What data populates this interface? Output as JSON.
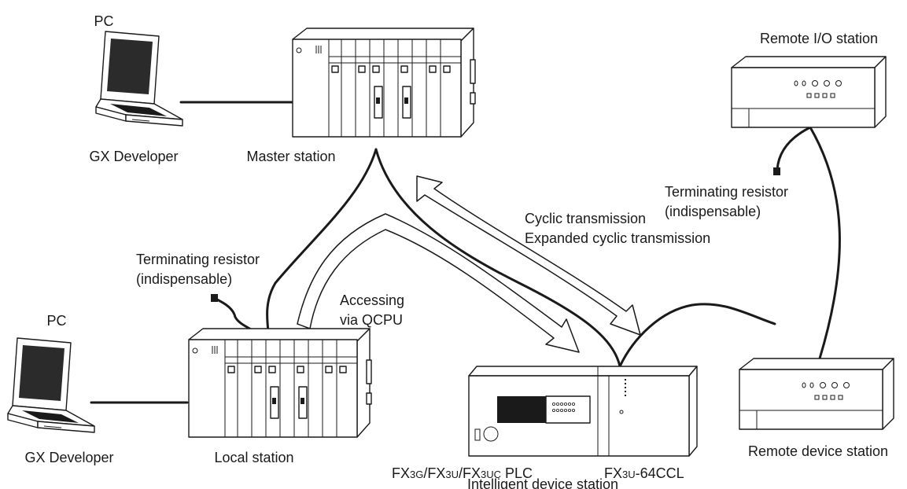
{
  "labels": {
    "pc_top": "PC",
    "gx_top": "GX Developer",
    "master": "Master station",
    "remote_io": "Remote I/O station",
    "term_right_1": "Terminating resistor",
    "term_right_2": "(indispensable)",
    "cyclic_1": "Cyclic transmission",
    "cyclic_2": "Expanded cyclic transmission",
    "term_left_1": "Terminating resistor",
    "term_left_2": "(indispensable)",
    "accessing_1": "Accessing",
    "accessing_2": "via QCPU",
    "pc_bottom": "PC",
    "gx_bottom": "GX Developer",
    "local": "Local station",
    "plc_parts": [
      "FX",
      "3G",
      "/FX",
      "3U",
      "/FX",
      "3UC",
      " PLC"
    ],
    "ccl_parts": [
      "FX",
      "3U",
      "-64CCL"
    ],
    "intelligent": "Intelligent device station",
    "remote_device": "Remote device station"
  },
  "icons": [
    "laptop-icon",
    "plc-rack-icon",
    "remote-io-box-icon",
    "fx-plc-icon",
    "terminating-resistor-icon"
  ]
}
